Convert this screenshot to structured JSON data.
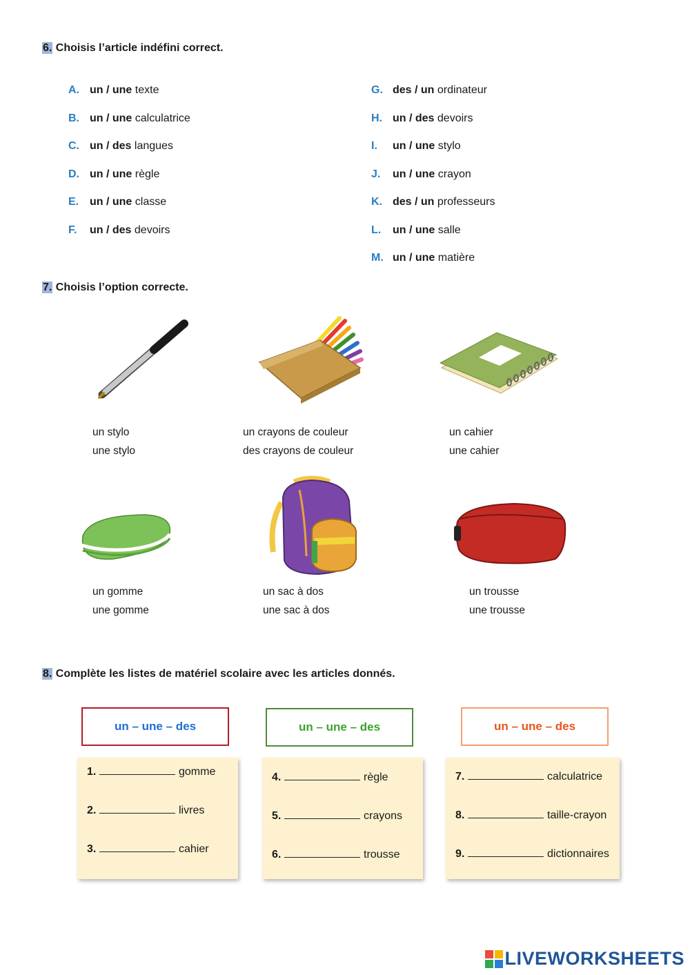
{
  "ex6": {
    "number": "6.",
    "title": "Choisis l’article indéfini correct.",
    "left": [
      {
        "letter": "A.",
        "choice": "un / une",
        "word": "texte"
      },
      {
        "letter": "B.",
        "choice": "un / une",
        "word": "calculatrice"
      },
      {
        "letter": "C.",
        "choice": "un / des",
        "word": "langues"
      },
      {
        "letter": "D.",
        "choice": "un / une",
        "word": "règle"
      },
      {
        "letter": "E.",
        "choice": "un / une",
        "word": "classe"
      },
      {
        "letter": "F.",
        "choice": "un / des",
        "word": "devoirs"
      }
    ],
    "right": [
      {
        "letter": "G.",
        "choice": "des / un",
        "word": "ordinateur"
      },
      {
        "letter": "H.",
        "choice": "un / des",
        "word": "devoirs"
      },
      {
        "letter": "I.",
        "choice": "un / une",
        "word": "stylo"
      },
      {
        "letter": "J.",
        "choice": "un / une",
        "word": "crayon"
      },
      {
        "letter": "K.",
        "choice": "des / un",
        "word": "professeurs"
      },
      {
        "letter": "L.",
        "choice": "un / une",
        "word": "salle"
      },
      {
        "letter": "M.",
        "choice": "un / une",
        "word": "matière"
      }
    ]
  },
  "ex7": {
    "number": "7.",
    "title": "Choisis l’option correcte.",
    "items": [
      {
        "image": "pen-image",
        "options": [
          "un stylo",
          "une stylo"
        ]
      },
      {
        "image": "colored-pencils-image",
        "options": [
          "un crayons de couleur",
          "des crayons de couleur"
        ]
      },
      {
        "image": "notebook-image",
        "options": [
          "un cahier",
          "une cahier"
        ]
      },
      {
        "image": "eraser-image",
        "options": [
          "un gomme",
          "une gomme"
        ]
      },
      {
        "image": "backpack-image",
        "options": [
          "un sac à dos",
          "une sac à dos"
        ]
      },
      {
        "image": "pencil-case-image",
        "options": [
          "un trousse",
          "une trousse"
        ]
      }
    ]
  },
  "ex8": {
    "number": "8.",
    "title": "Complète les listes de matériel scolaire avec les articles donnés.",
    "groups": [
      {
        "articles": "un – une – des",
        "text_color": "#1f6fd1",
        "border_color": "#b01e23",
        "items": [
          {
            "num": "1.",
            "word": "gomme"
          },
          {
            "num": "2.",
            "word": "livres"
          },
          {
            "num": "3.",
            "word": "cahier"
          }
        ]
      },
      {
        "articles": "un – une – des",
        "text_color": "#3aa42a",
        "border_color": "#4f8a3a",
        "items": [
          {
            "num": "4.",
            "word": "règle"
          },
          {
            "num": "5.",
            "word": "crayons"
          },
          {
            "num": "6.",
            "word": "trousse"
          }
        ]
      },
      {
        "articles": "un – une – des",
        "text_color": "#e8551e",
        "border_color": "#f0a070",
        "items": [
          {
            "num": "7.",
            "word": "calculatrice"
          },
          {
            "num": "8.",
            "word": "taille-crayon"
          },
          {
            "num": "9.",
            "word": "dictionnaires"
          }
        ]
      }
    ]
  },
  "footer": {
    "brand": "LIVEWORKSHEETS",
    "icon": "liveworksheets-logo-icon"
  }
}
